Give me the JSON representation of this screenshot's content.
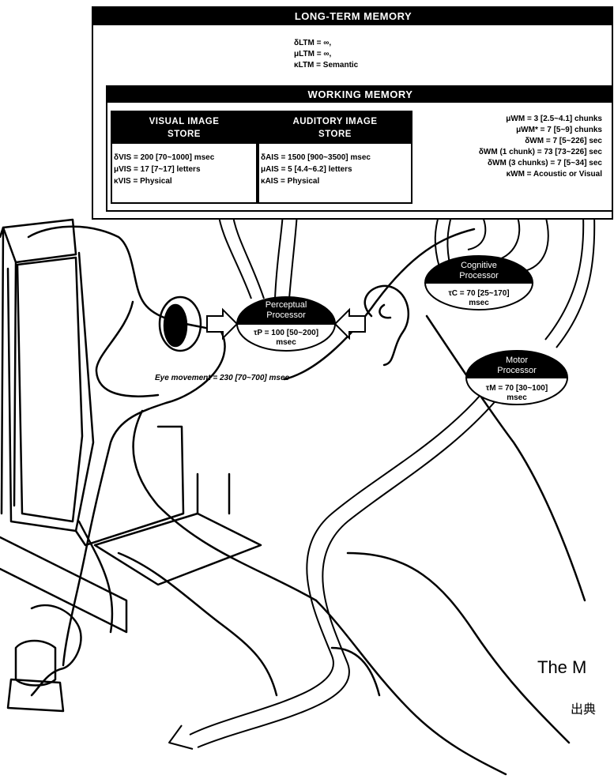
{
  "long_term_memory": {
    "title": "LONG-TERM MEMORY",
    "params": [
      "δLTM = ∞,",
      "μLTM = ∞,",
      "κLTM = Semantic"
    ]
  },
  "working_memory": {
    "title": "WORKING MEMORY",
    "params": [
      "μWM = 3 [2.5~4.1] chunks",
      "μWM* = 7 [5~9] chunks",
      "δWM = 7 [5~226] sec",
      "δWM (1 chunk) = 73 [73~226] sec",
      "δWM (3 chunks) = 7 [5~34] sec",
      "κWM = Acoustic or Visual"
    ]
  },
  "visual_store": {
    "title_line1": "VISUAL IMAGE",
    "title_line2": "STORE",
    "params": [
      "δVIS = 200 [70~1000] msec",
      "μVIS = 17 [7~17] letters",
      "κVIS = Physical"
    ]
  },
  "auditory_store": {
    "title_line1": "AUDITORY IMAGE",
    "title_line2": "STORE",
    "params": [
      "δAIS = 1500 [900~3500] msec",
      "μAIS = 5 [4.4~6.2] letters",
      "κAIS = Physical"
    ]
  },
  "perceptual_processor": {
    "line1": "Perceptual",
    "line2": "Processor",
    "time": "τP = 100 [50~200]",
    "unit": "msec"
  },
  "cognitive_processor": {
    "line1": "Cognitive",
    "line2": "Processor",
    "time": "τC = 70 [25~170]",
    "unit": "msec"
  },
  "motor_processor": {
    "line1": "Motor",
    "line2": "Processor",
    "time": "τM = 70 [30~100]",
    "unit": "msec"
  },
  "eye_movement": "Eye movement = 230 [70~700] msec",
  "caption_main": "The M",
  "caption_source": "出典"
}
